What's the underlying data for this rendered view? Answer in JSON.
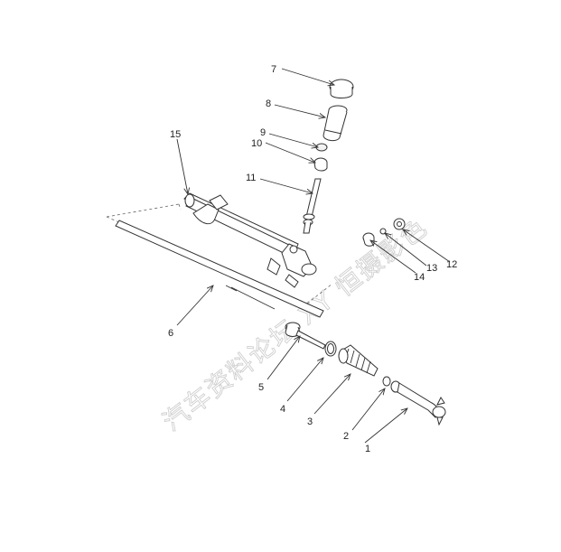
{
  "diagram": {
    "callouts": [
      "1",
      "2",
      "3",
      "4",
      "5",
      "6",
      "7",
      "8",
      "9",
      "10",
      "11",
      "12",
      "13",
      "14",
      "15"
    ],
    "watermark": "汽车资料论坛 XY 恒摄影色"
  },
  "colors": {
    "line": "#333333",
    "watermark": "#cfcfcf",
    "background": "#ffffff"
  }
}
